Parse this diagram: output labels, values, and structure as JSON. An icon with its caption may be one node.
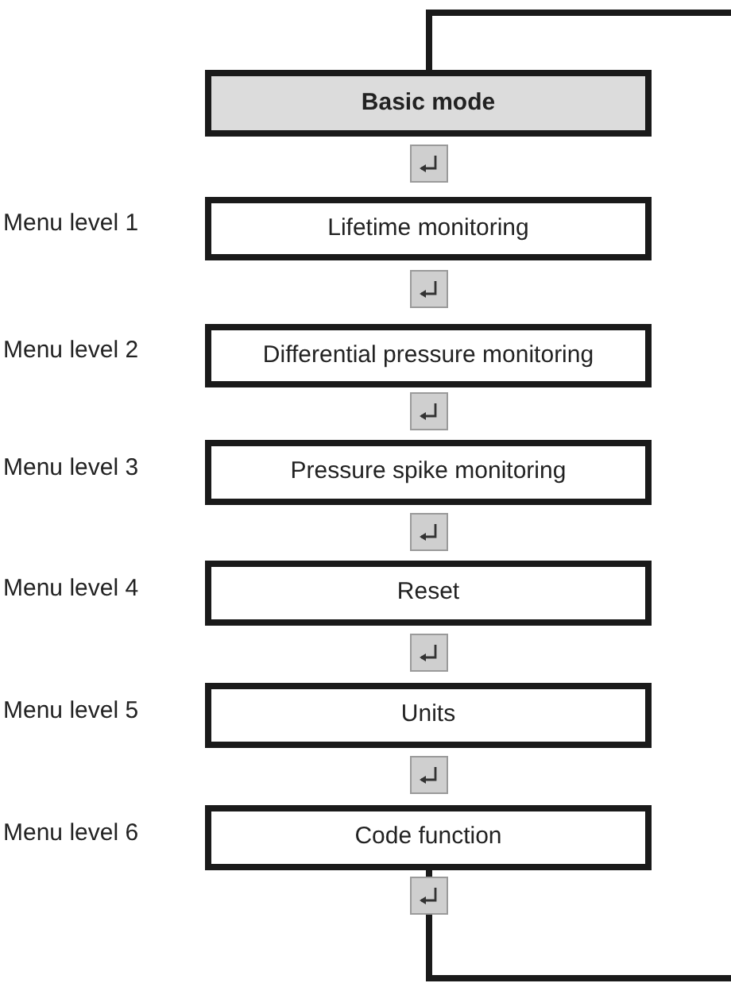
{
  "diagram": {
    "nodes": [
      {
        "text": [
          "Basic mode"
        ]
      },
      {
        "text": [
          "Lifetime monitoring"
        ],
        "beside": [
          "Menu level 1"
        ]
      },
      {
        "text": [
          "Differential pressure monitoring"
        ],
        "beside": [
          "Menu level 2"
        ]
      },
      {
        "text": [
          "Pressure spike monitoring"
        ],
        "beside": [
          "Menu level 3"
        ]
      },
      {
        "text": [
          "Reset"
        ],
        "beside": [
          "Menu level 4"
        ]
      },
      {
        "text": [
          "Units"
        ],
        "beside": [
          "Menu level 5"
        ]
      },
      {
        "text": [
          "Code function"
        ],
        "beside": [
          "Menu level 6"
        ]
      }
    ],
    "edges": [
      {
        "from": null,
        "to": 0,
        "arrow": "none"
      },
      {
        "from": 6,
        "to": null,
        "arrow": "none"
      }
    ]
  }
}
